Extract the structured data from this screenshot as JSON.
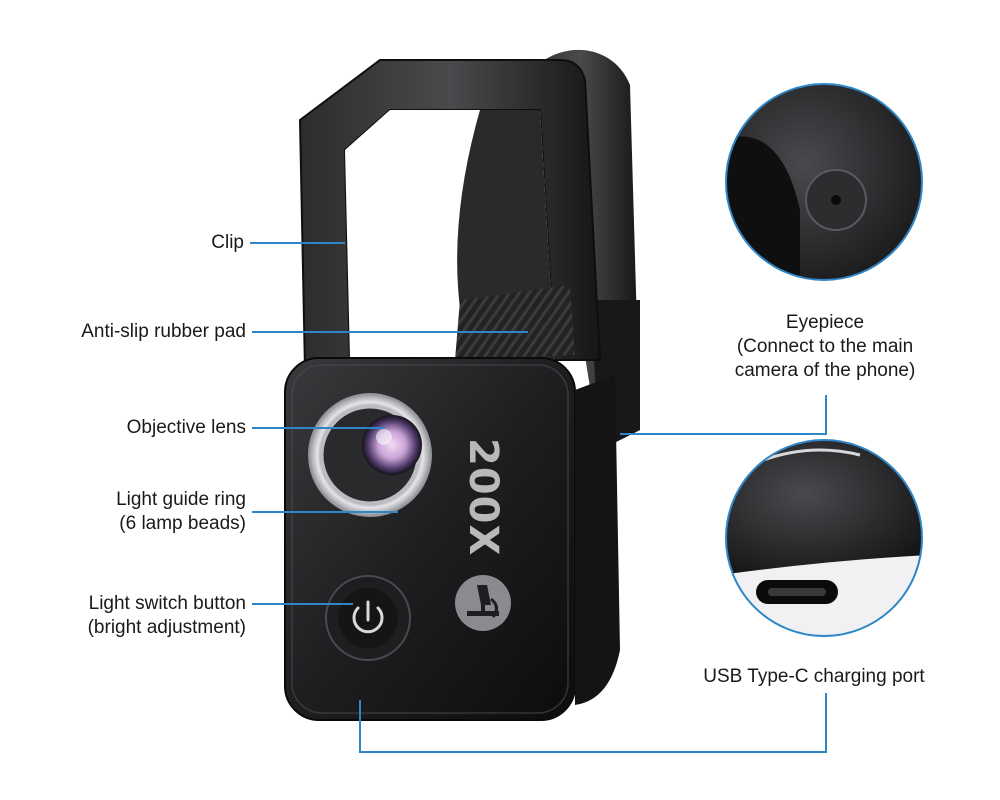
{
  "callouts": {
    "clip": "Clip",
    "anti_slip_pad": "Anti-slip rubber pad",
    "objective_lens": "Objective lens",
    "light_guide_ring": [
      "Light guide ring",
      "(6 lamp beads)"
    ],
    "light_switch_button": [
      "Light switch button",
      "(bright adjustment)"
    ],
    "eyepiece": [
      "Eyepiece",
      "(Connect to the main",
      "camera of the phone)"
    ],
    "usb_port": "USB Type-C charging port"
  },
  "device": {
    "magnification_mark": "200X"
  },
  "colors": {
    "leader_line": "#2f86c6",
    "device_body": "#1c1c1e",
    "detail_border": "#2f86c6",
    "lens_tint": "#c9a4d6"
  }
}
